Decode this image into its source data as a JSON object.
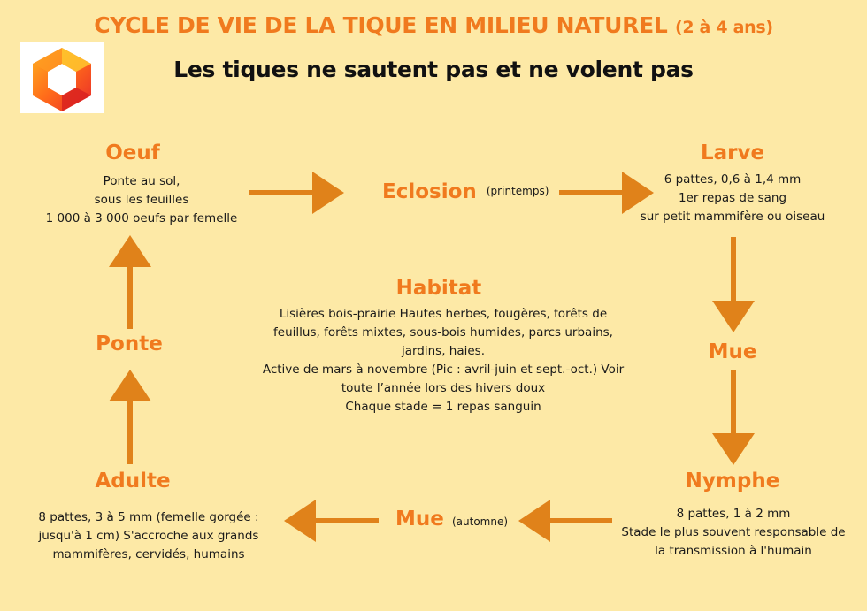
{
  "header": {
    "title": "CYCLE DE VIE DE LA TIQUE EN MILIEU NATUREL",
    "title_suffix": "(2 à 4 ans)",
    "subtitle": "Les tiques ne sautent pas et ne volent pas"
  },
  "stages": {
    "oeuf": {
      "name": "Oeuf",
      "lines": [
        "Ponte au sol,",
        "sous les feuilles",
        "1 000 à 3 000 oeufs par femelle"
      ]
    },
    "eclosion": {
      "name": "Eclosion",
      "note": "(printemps)"
    },
    "larve": {
      "name": "Larve",
      "lines": [
        "6 pattes, 0,6 à 1,4 mm",
        "1er repas de sang",
        "sur petit mammifère ou oiseau"
      ]
    },
    "mue1": {
      "name": "Mue"
    },
    "nymphe": {
      "name": "Nymphe",
      "lines": [
        "8 pattes, 1 à 2 mm",
        "Stade le plus souvent responsable de",
        "la transmission à l'humain"
      ]
    },
    "mue2": {
      "name": "Mue",
      "note": "(automne)"
    },
    "adulte": {
      "name": "Adulte",
      "lines": [
        "8 pattes, 3 à 5 mm (femelle gorgée :",
        "jusqu'à 1 cm) S'accroche aux grands",
        "mammifères, cervidés, humains"
      ]
    },
    "ponte": {
      "name": "Ponte"
    }
  },
  "habitat": {
    "name": "Habitat",
    "lines": [
      "Lisières bois-prairie Hautes herbes, fougères, forêts de",
      "feuillus, forêts mixtes, sous-bois humides, parcs urbains,",
      "jardins, haies.",
      "Active de mars à novembre (Pic : avril-juin et sept.-oct.) Voir",
      "toute l’année lors des hivers doux",
      "Chaque stade = 1 repas sanguin"
    ]
  },
  "colors": {
    "accent": "#f07a1e",
    "arrow": "#e0821a",
    "background": "#fde9a6"
  },
  "icons": {
    "logo": "hexagon-logo-icon"
  }
}
